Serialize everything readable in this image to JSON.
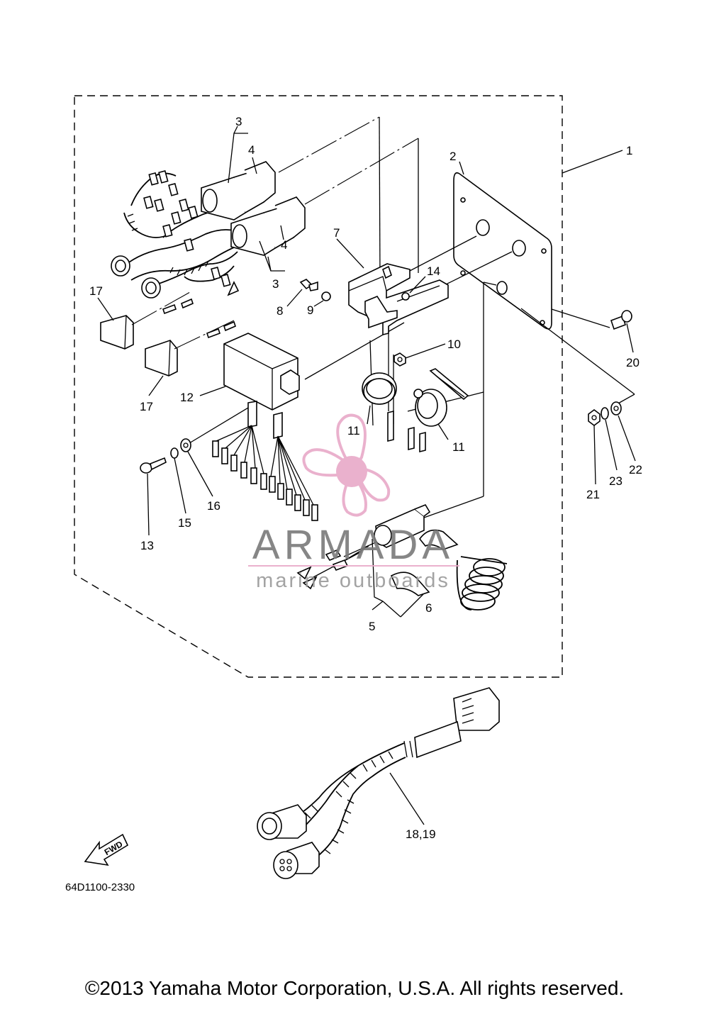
{
  "part_labels": {
    "p1": "1",
    "p2": "2",
    "p3a": "3",
    "p3b": "3",
    "p4a": "4",
    "p4b": "4",
    "p5": "5",
    "p6": "6",
    "p7": "7",
    "p8": "8",
    "p9": "9",
    "p10": "10",
    "p11a": "11",
    "p11b": "11",
    "p12": "12",
    "p13": "13",
    "p14": "14",
    "p15": "15",
    "p16": "16",
    "p17a": "17",
    "p17b": "17",
    "p18_19": "18,19",
    "p20": "20",
    "p21": "21",
    "p22": "22",
    "p23": "23"
  },
  "fwd_label": "FWD",
  "diagram_code": "64D1100-2330",
  "watermark": {
    "brand": "ARMADA",
    "tagline": "marine outboards"
  },
  "copyright": "©2013 Yamaha Motor Corporation, U.S.A. All rights reserved.",
  "colors": {
    "line": "#000000",
    "watermark_pink": "#e8a9c8",
    "watermark_gray": "#7a7a7a"
  }
}
